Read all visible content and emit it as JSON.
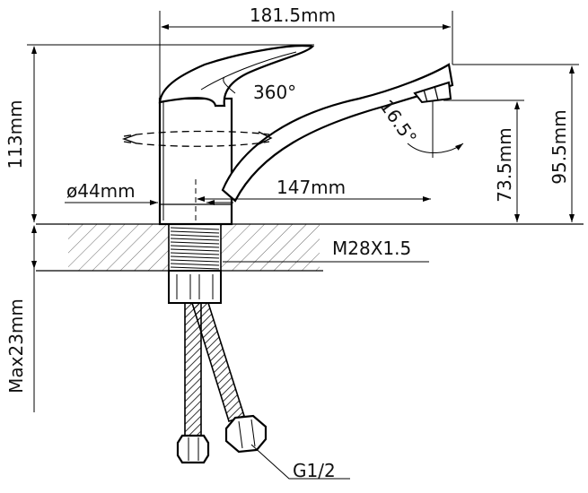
{
  "dimensions": {
    "total_width": "181.5mm",
    "rotation": "360°",
    "height_113": "113mm",
    "spout_angle": "16.5°",
    "diameter": "ø44mm",
    "spout_reach": "147mm",
    "spout_height": "73.5mm",
    "total_height": "95.5mm",
    "thread": "M28X1.5",
    "max_mount": "Max23mm",
    "hose_thread": "G1/2"
  }
}
